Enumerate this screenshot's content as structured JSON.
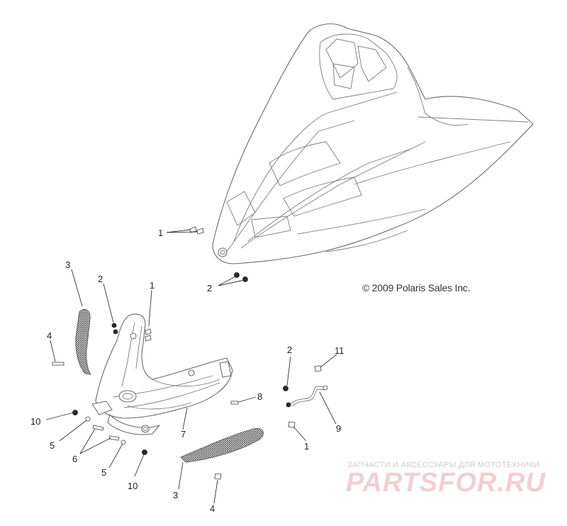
{
  "diagram": {
    "copyright": "© 2009 Polaris Sales Inc.",
    "callouts": {
      "top_1": "1",
      "top_2": "2",
      "c3_left": "3",
      "c2_left": "2",
      "c1_left": "1",
      "c4_left": "4",
      "c2_right": "2",
      "c11": "11",
      "c8": "8",
      "c9": "9",
      "c10_upper": "10",
      "c5_upper": "5",
      "c6": "6",
      "c7": "7",
      "c1_right": "1",
      "c5_lower": "5",
      "c10_lower": "10",
      "c3_lower": "3",
      "c4_lower": "4"
    }
  },
  "watermark": {
    "tagline": "ЗАПЧАСТИ И АКСЕССУАРЫ ДЛЯ МОТОТЕХНИКИ",
    "logo": "PARTSFOR.RU"
  }
}
